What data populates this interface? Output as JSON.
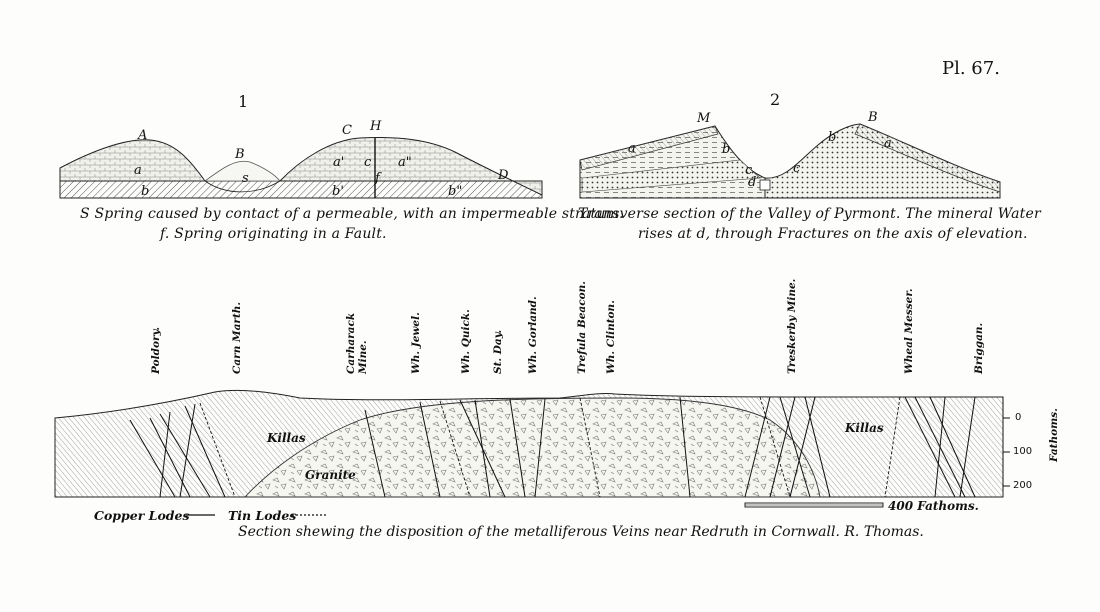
{
  "plate": {
    "number": "Pl. 67."
  },
  "figure1": {
    "number": "1",
    "letters": {
      "A": "A",
      "B": "B",
      "C": "C",
      "H": "H",
      "D": "D",
      "a": "a",
      "s": "s",
      "a1": "a'",
      "c": "c",
      "a2": "a\"",
      "f": "f",
      "b": "b",
      "b1": "b'",
      "b2": "b\""
    },
    "caption_line1": "S  Spring caused by contact of a permeable, with an impermeable stratum.",
    "caption_line2": "f. Spring originating in a Fault."
  },
  "figure2": {
    "number": "2",
    "letters": {
      "M": "M",
      "B": "B",
      "a_left": "a",
      "b_left": "b",
      "c_left": "c",
      "d": "d",
      "c_right": "c",
      "b_right": "b",
      "a_right": "a"
    },
    "caption_line1": "Transverse section of the Valley of Pyrmont.  The mineral Water",
    "caption_line2": "rises at d, through Fractures on the axis of elevation."
  },
  "section": {
    "mines": [
      {
        "lines": [
          "Poldory."
        ]
      },
      {
        "lines": [
          "Carn Marth."
        ]
      },
      {
        "lines": [
          "Carharack",
          "Mine."
        ]
      },
      {
        "lines": [
          "Wh. Jewel."
        ]
      },
      {
        "lines": [
          "Wh. Quick."
        ]
      },
      {
        "lines": [
          "St. Day."
        ]
      },
      {
        "lines": [
          "Wh. Gorland."
        ]
      },
      {
        "lines": [
          "Trefula Beacon."
        ]
      },
      {
        "lines": [
          "Wh. Clinton."
        ]
      },
      {
        "lines": [
          "Treskerby Mine."
        ]
      },
      {
        "lines": [
          "Wheal Messer."
        ]
      },
      {
        "lines": [
          "Briggan."
        ]
      }
    ],
    "rocks": {
      "killas_left": "Killas",
      "granite": "Granite",
      "killas_right": "Killas"
    },
    "depth_scale": {
      "title": "Fathoms.",
      "ticks": [
        "0",
        "100",
        "200"
      ]
    },
    "legend": {
      "copper": "Copper Lodes",
      "tin": "Tin Lodes"
    },
    "scale_bar_label": "400 Fathoms.",
    "caption": "Section shewing the disposition of the metalliferous Veins near Redruth in Cornwall.   R. Thomas."
  }
}
